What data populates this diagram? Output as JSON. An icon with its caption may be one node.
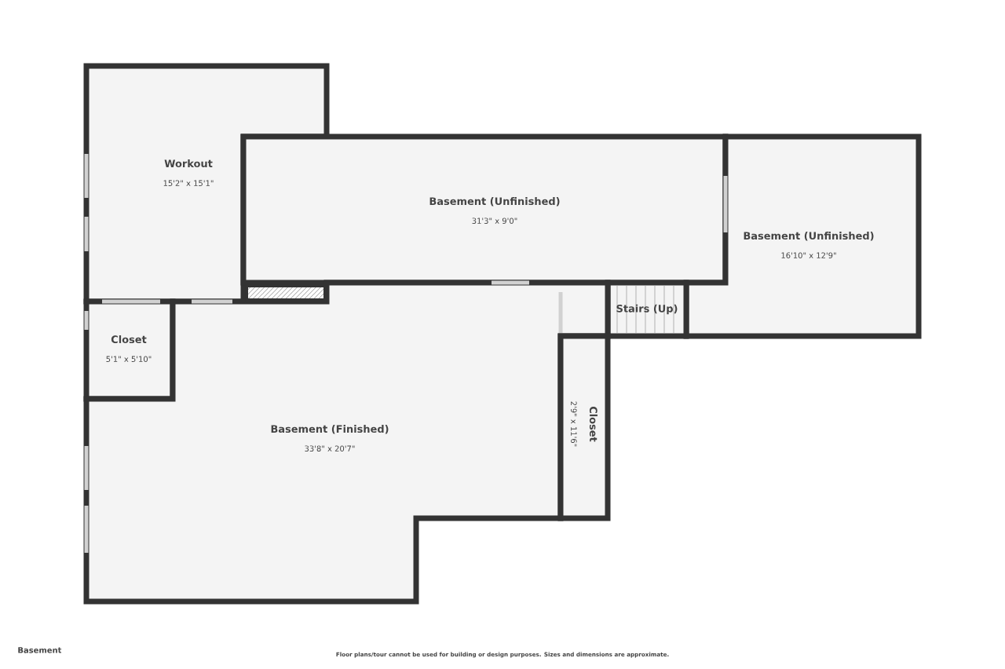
{
  "diagram": {
    "nodes": [
      {
        "text": [
          "Workout",
          "15'2\" x 15'1\""
        ]
      },
      {
        "text": [
          "Basement (Unfinished)",
          "31'3\" x 9'0\""
        ]
      },
      {
        "text": [
          "Basement (Unfinished)",
          "16'10\" x 12'9\""
        ]
      },
      {
        "text": [
          "Closet",
          "5'1\" x 5'10\""
        ]
      },
      {
        "text": [
          "Stairs (Up)"
        ]
      },
      {
        "text": [
          "Basement (Finished)",
          "33'8\" x 20'7\""
        ]
      },
      {
        "text": [
          "Closet",
          "2'9\" x 11'6\""
        ]
      }
    ],
    "labels": [
      "Basement",
      "Floor plans/tour cannot be used for building or design purposes. Sizes and dimensions are approximate."
    ]
  }
}
